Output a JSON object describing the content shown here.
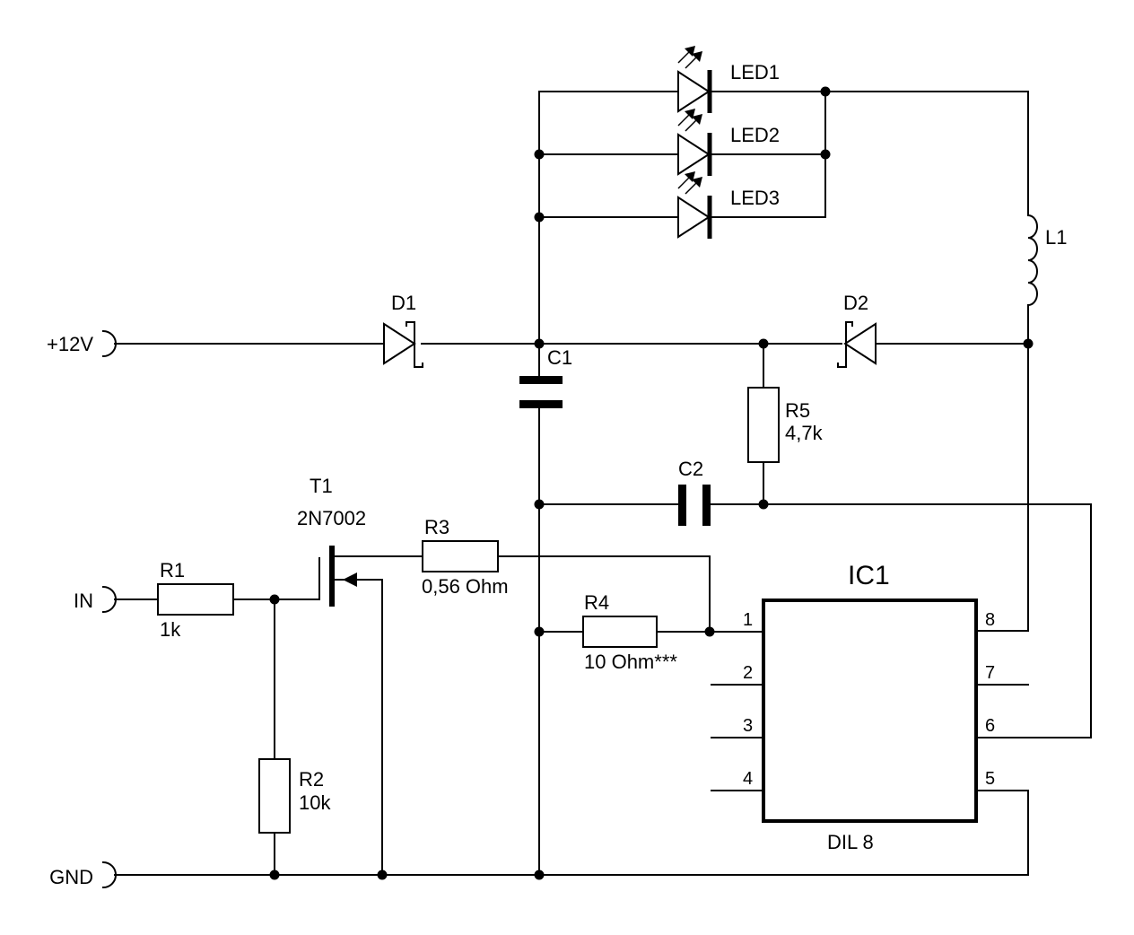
{
  "terminals": {
    "vplus": "+12V",
    "in": "IN",
    "gnd": "GND"
  },
  "components": {
    "D1": {
      "ref": "D1"
    },
    "D2": {
      "ref": "D2"
    },
    "C1": {
      "ref": "C1"
    },
    "C2": {
      "ref": "C2"
    },
    "L1": {
      "ref": "L1"
    },
    "LED1": {
      "ref": "LED1"
    },
    "LED2": {
      "ref": "LED2"
    },
    "LED3": {
      "ref": "LED3"
    },
    "R1": {
      "ref": "R1",
      "value": "1k"
    },
    "R2": {
      "ref": "R2",
      "value": "10k"
    },
    "R3": {
      "ref": "R3",
      "value": "0,56 Ohm"
    },
    "R4": {
      "ref": "R4",
      "value": "10 Ohm***"
    },
    "R5": {
      "ref": "R5",
      "value": "4,7k"
    },
    "T1": {
      "ref": "T1",
      "part": "2N7002"
    },
    "IC1": {
      "ref": "IC1",
      "package": "DIL 8",
      "pins": [
        "1",
        "2",
        "3",
        "4",
        "5",
        "6",
        "7",
        "8"
      ]
    }
  }
}
